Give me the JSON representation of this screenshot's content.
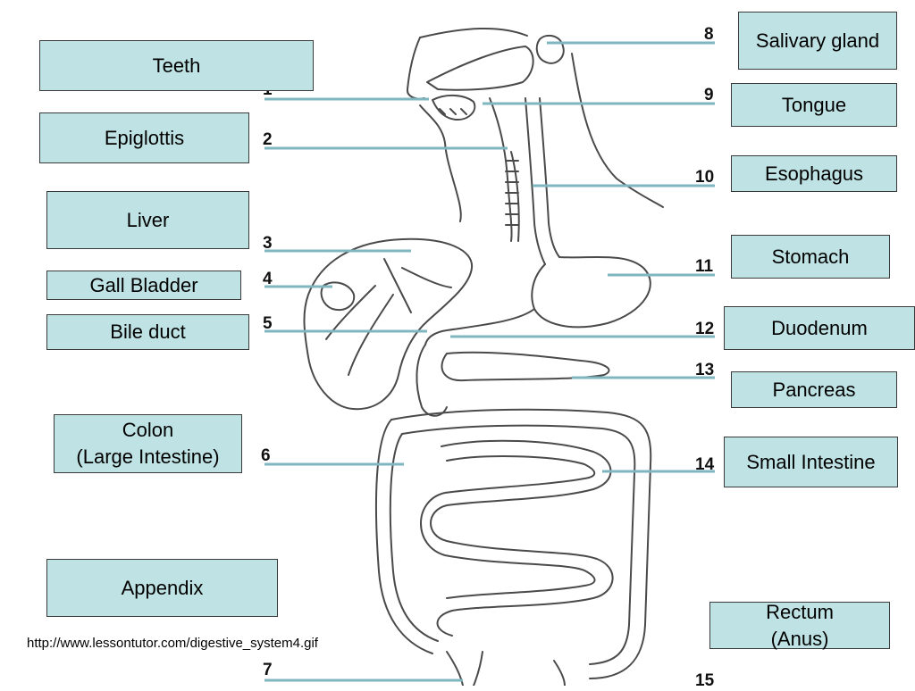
{
  "labels": {
    "teeth": "Teeth",
    "epiglottis": "Epiglottis",
    "liver": "Liver",
    "gall_bladder": "Gall Bladder",
    "bile_duct": "Bile duct",
    "colon": "Colon\n(Large Intestine)",
    "appendix": "Appendix",
    "salivary_gland": "Salivary gland",
    "tongue": "Tongue",
    "esophagus": "Esophagus",
    "stomach": "Stomach",
    "duodenum": "Duodenum",
    "pancreas": "Pancreas",
    "small_intestine": "Small Intestine",
    "rectum": "Rectum\n(Anus)"
  },
  "numbers": {
    "n1": "1",
    "n2": "2",
    "n3": "3",
    "n4": "4",
    "n5": "5",
    "n6": "6",
    "n7": "7",
    "n8": "8",
    "n9": "9",
    "n10": "10",
    "n11": "11",
    "n12": "12",
    "n13": "13",
    "n14": "14",
    "n15": "15"
  },
  "source_url": "http://www.lessontutor.com/digestive_system4.gif",
  "colors": {
    "box_fill": "#bfe3e4",
    "box_border": "#3a3a3a",
    "leader_line": "#7fb7c0",
    "outline": "#4a4a4a"
  }
}
